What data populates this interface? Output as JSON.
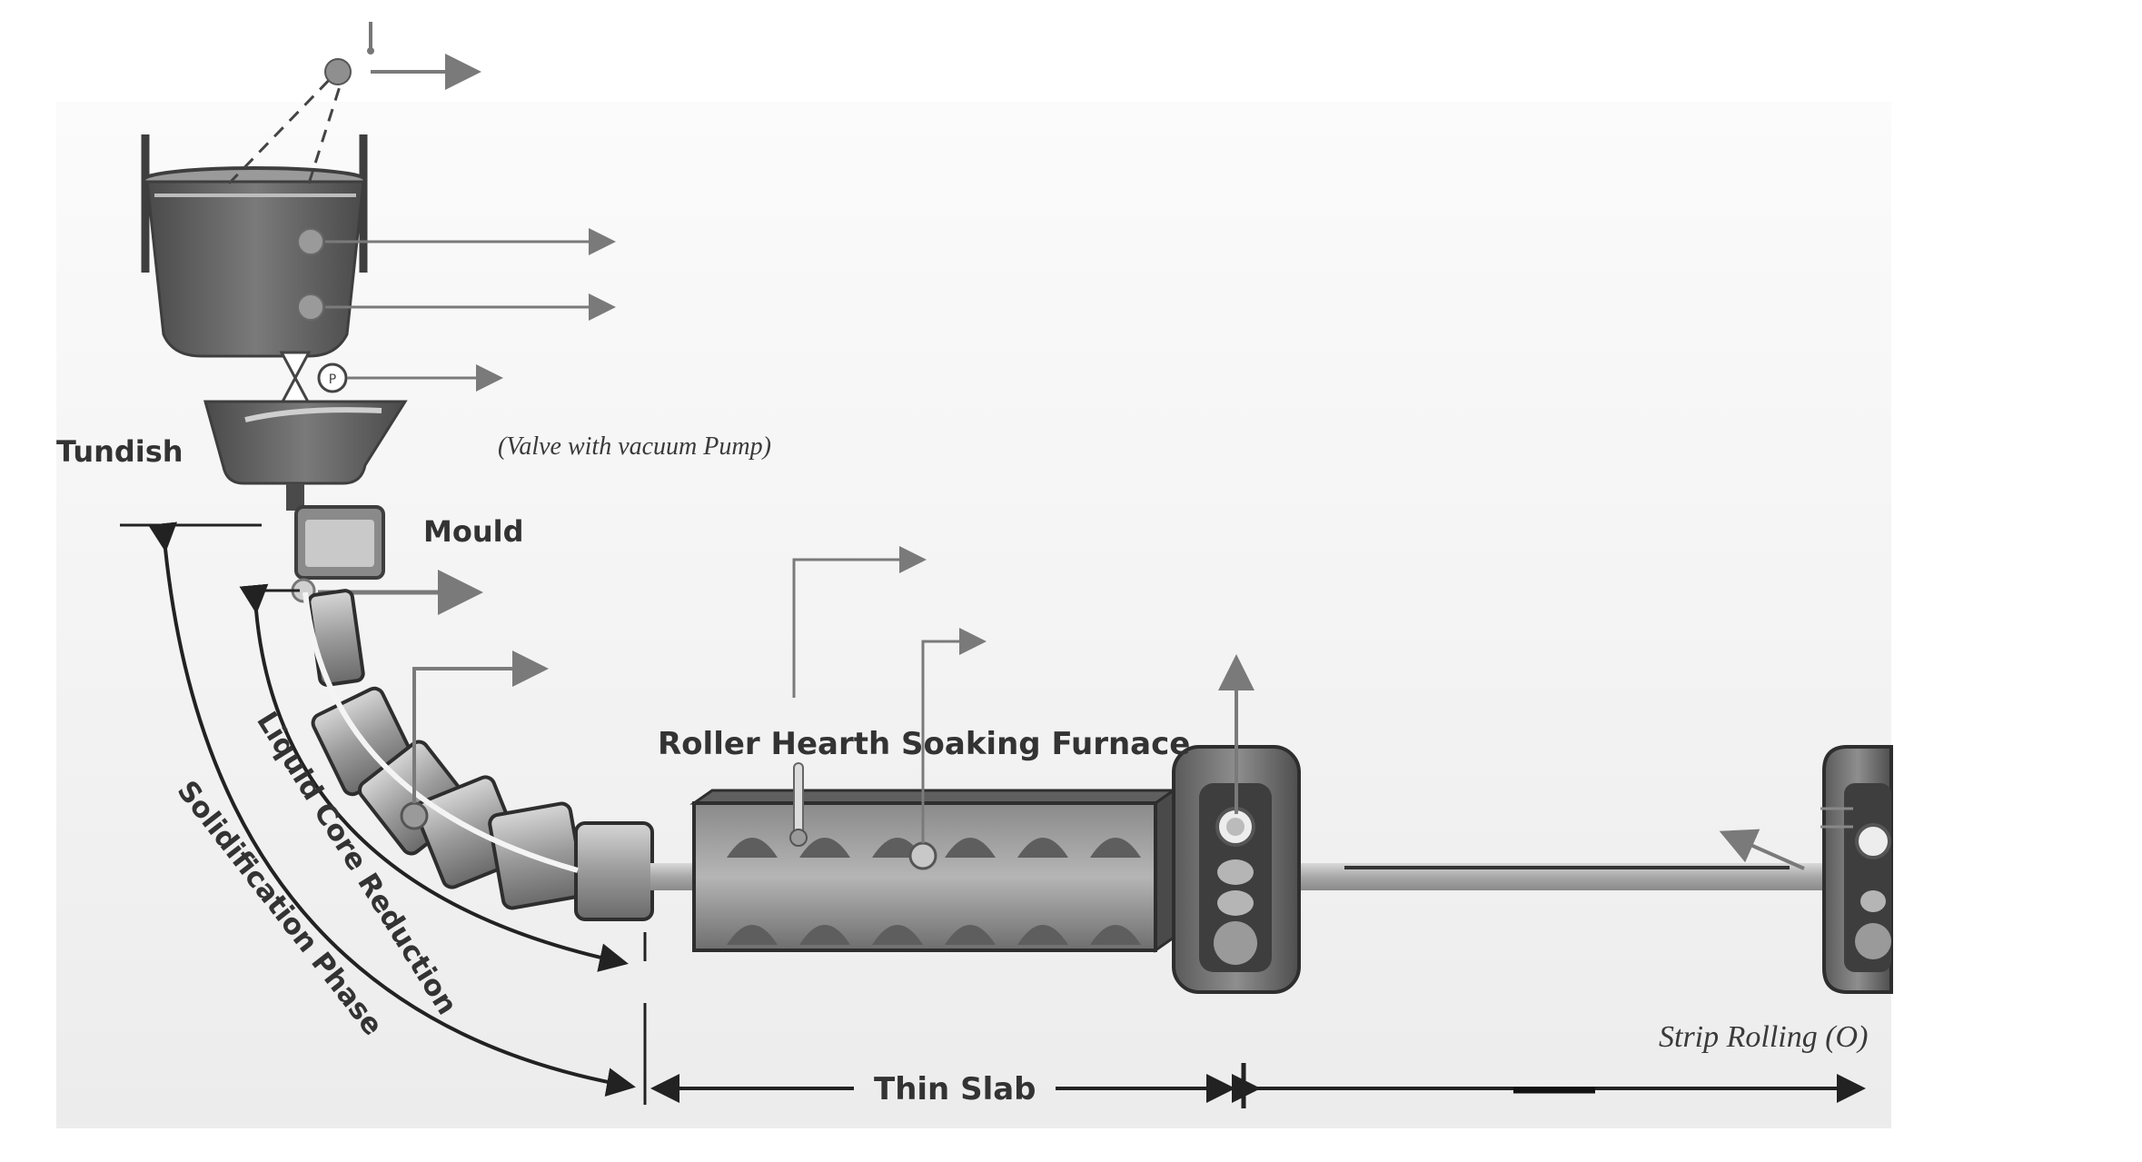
{
  "diagram": {
    "labels": {
      "tundish": "Tundish",
      "mould": "Mould",
      "valve_note": "(Valve with vacuum Pump)",
      "furnace": "Roller Hearth Soaking Furnace",
      "liquid_core": "Liquid Core Reduction",
      "solidification": "Solidification Phase",
      "thin_slab": "Thin Slab",
      "strip_rolling": "Strip Rolling (O)"
    },
    "colors": {
      "ink": "#333333",
      "arrow_grey": "#7a7a7a",
      "vessel": "#5f5f5f",
      "slab": "#b9b9b9"
    },
    "icons": {
      "sensor": "sensor-dot-icon",
      "thermometer": "thermometer-icon",
      "valve": "valve-icon"
    }
  }
}
